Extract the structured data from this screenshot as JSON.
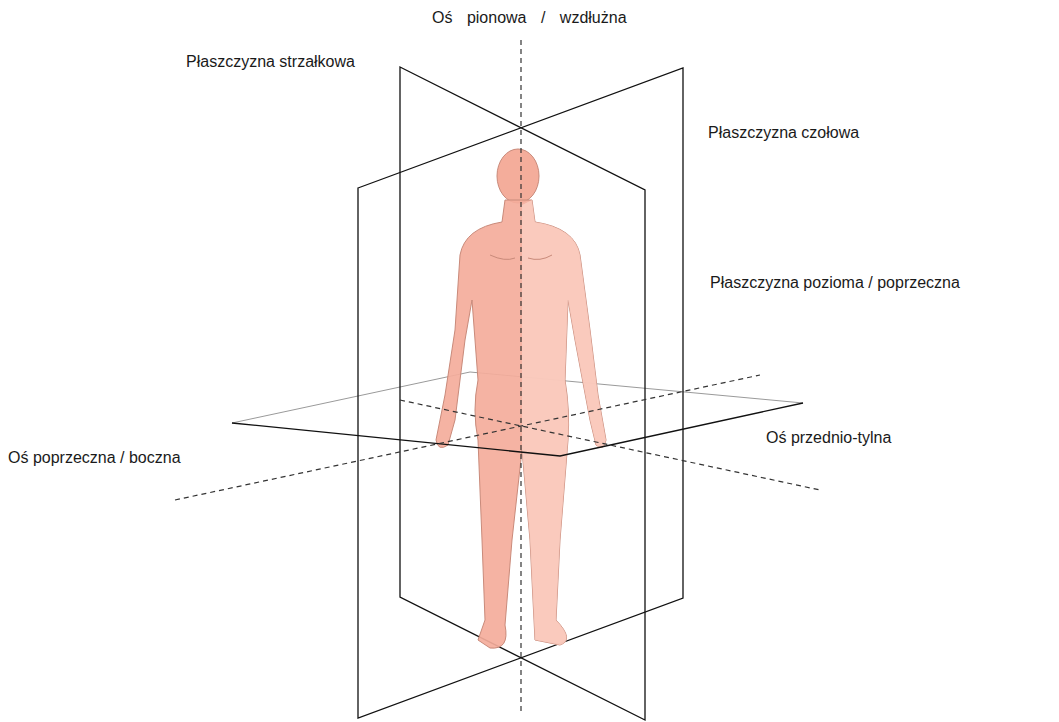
{
  "diagram": {
    "labels": [
      "Oś pionowa / wzdłużna",
      "Płaszczyzna strzałkowa",
      "Płaszczyzna czołowa",
      "Płaszczyzna pozioma / poprzeczna",
      "Oś przednio-tylna",
      "Oś poprzeczna / boczna"
    ]
  }
}
